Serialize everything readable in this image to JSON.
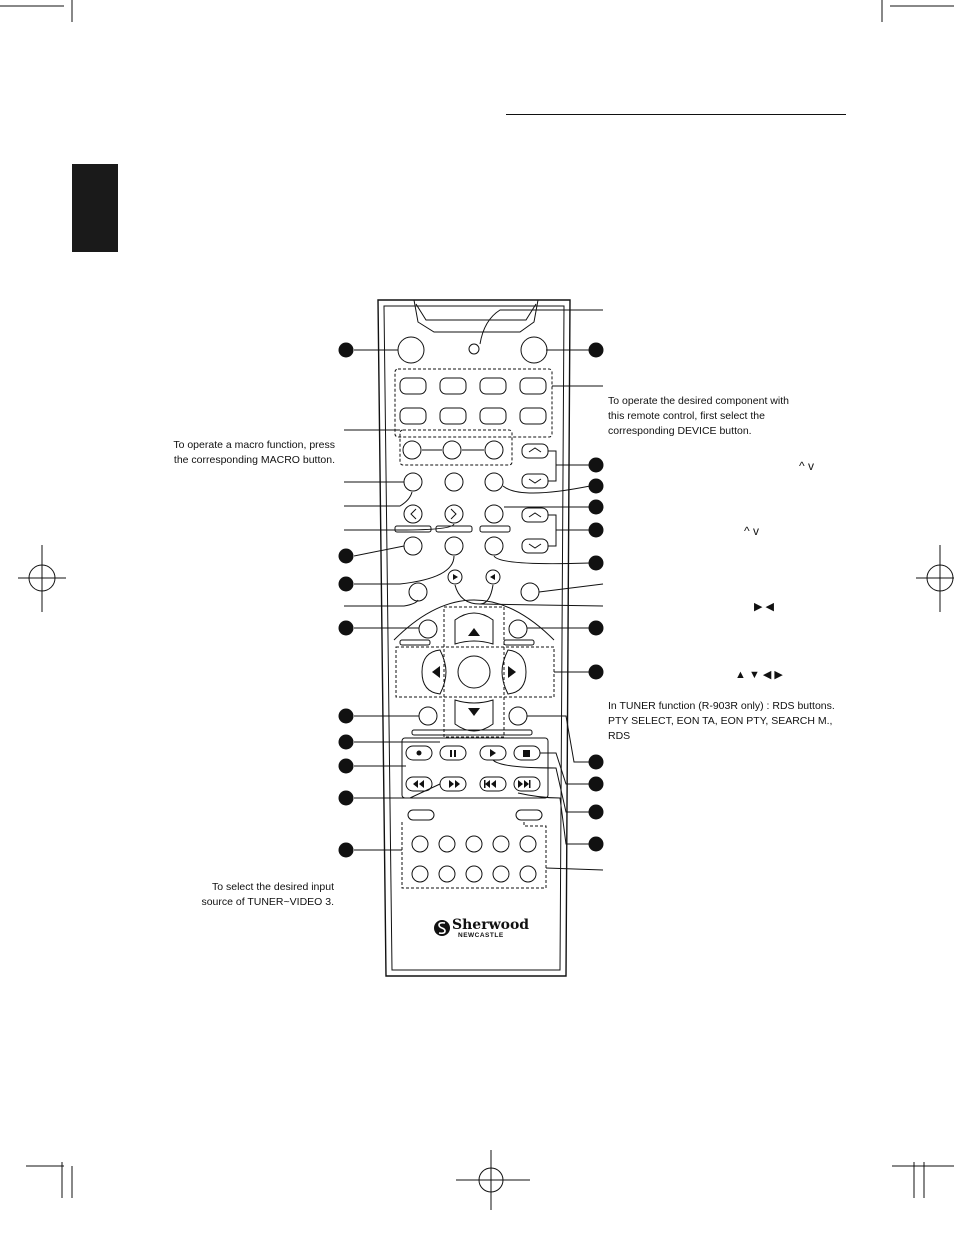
{
  "captions": {
    "device": "To operate the desired component with this remote control, first select the corresponding DEVICE button.",
    "macro": "To operate a macro function, press the corresponding MACRO button.",
    "rds": "In TUNER function (R-903R only) : RDS buttons. PTY SELECT, EON TA, EON PTY, SEARCH M., RDS",
    "input": "To select the desired input source of TUNER~VIDEO 3."
  },
  "brand": {
    "name": "Sherwood",
    "sub": "NEWCASTLE"
  },
  "symbols": {
    "up_down_1": "^ v",
    "up_down_2": "^ v",
    "right_left": "▶ ◀",
    "cursor": "▲ ▼ ◀ ▶"
  },
  "colors": {
    "ink": "#111111",
    "tab": "#1a1a1a",
    "remote_fill": "#ffffff"
  }
}
